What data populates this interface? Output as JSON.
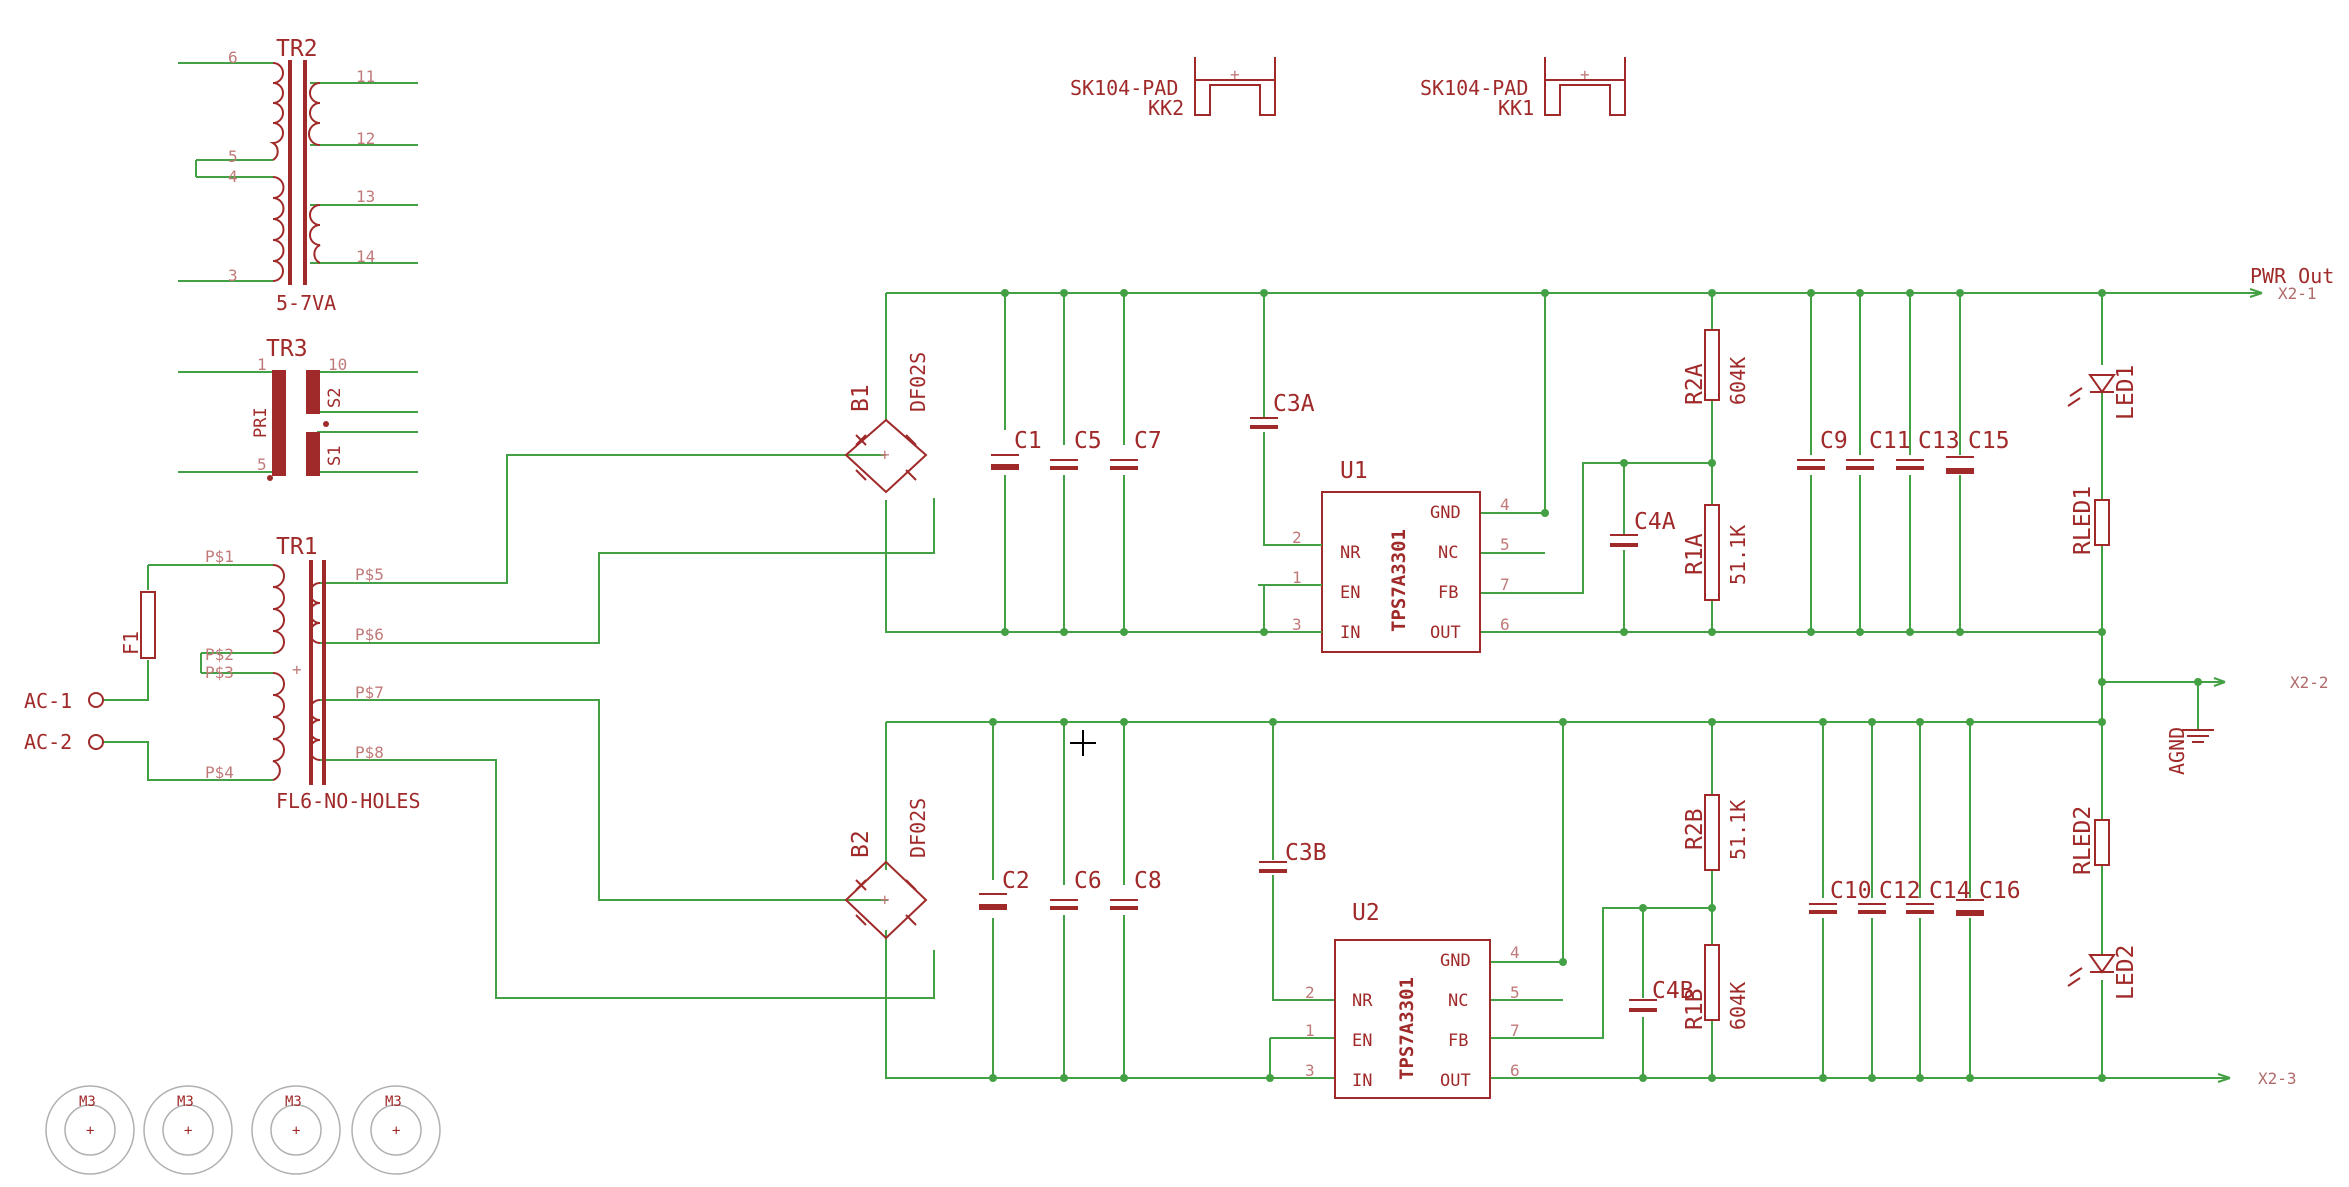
{
  "labels": {
    "TR2": "TR2",
    "TR2v": "5-7VA",
    "TR3": "TR3",
    "TR1": "TR1",
    "TR1v": "FL6-NO-HOLES",
    "PRI": "PRI",
    "S1": "S1",
    "S2": "S2",
    "KK2p": "SK104-PAD",
    "KK2": "KK2",
    "KK1p": "SK104-PAD",
    "KK1": "KK1",
    "F1": "F1",
    "AC1": "AC-1",
    "AC2": "AC-2",
    "B1": "B1",
    "B1v": "DF02S",
    "B2": "B2",
    "B2v": "DF02S",
    "C1": "C1",
    "C5": "C5",
    "C7": "C7",
    "C3A": "C3A",
    "C4A": "C4A",
    "C9": "C9",
    "C11": "C11",
    "C13": "C13",
    "C15": "C15",
    "C2": "C2",
    "C6": "C6",
    "C8": "C8",
    "C3B": "C3B",
    "C4B": "C4B",
    "C10": "C10",
    "C12": "C12",
    "C14": "C14",
    "C16": "C16",
    "R2A": "R2A",
    "R2Av": "604K",
    "R1A": "R1A",
    "R1Av": "51.1K",
    "R2B": "R2B",
    "R2Bv": "51.1K",
    "R1B": "R1B",
    "R1Bv": "604K",
    "U1": "U1",
    "U1v": "TPS7A3301",
    "U2": "U2",
    "U2v": "TPS7A3301",
    "LED1": "LED1",
    "RLED1": "RLED1",
    "LED2": "LED2",
    "RLED2": "RLED2",
    "AGND": "AGND",
    "PWR": "PWR Out",
    "X21": "X2-1",
    "X22": "X2-2",
    "X23": "X2-3",
    "M3a": "M3",
    "M3b": "M3",
    "M3c": "M3",
    "M3d": "M3"
  },
  "pins": {
    "tr2_6": "6",
    "tr2_5": "5",
    "tr2_4": "4",
    "tr2_3": "3",
    "tr2_11": "11",
    "tr2_12": "12",
    "tr2_13": "13",
    "tr2_14": "14",
    "tr3_1": "1",
    "tr3_5": "5",
    "tr3_10": "10",
    "p1": "P$1",
    "p2": "P$2",
    "p3": "P$3",
    "p4": "P$4",
    "p5": "P$5",
    "p6": "P$6",
    "p7": "P$7",
    "p8": "P$8",
    "u1_2": "2",
    "u1_1": "1",
    "u1_3": "3",
    "u1_4": "4",
    "u1_5": "5",
    "u1_7": "7",
    "u1_6": "6",
    "u2_2": "2",
    "u2_1": "1",
    "u2_3": "3",
    "u2_4": "4",
    "u2_5": "5",
    "u2_7": "7",
    "u2_6": "6",
    "NR": "NR",
    "EN": "EN",
    "IN": "IN",
    "GND": "GND",
    "NC": "NC",
    "FB": "FB",
    "OUT": "OUT"
  }
}
